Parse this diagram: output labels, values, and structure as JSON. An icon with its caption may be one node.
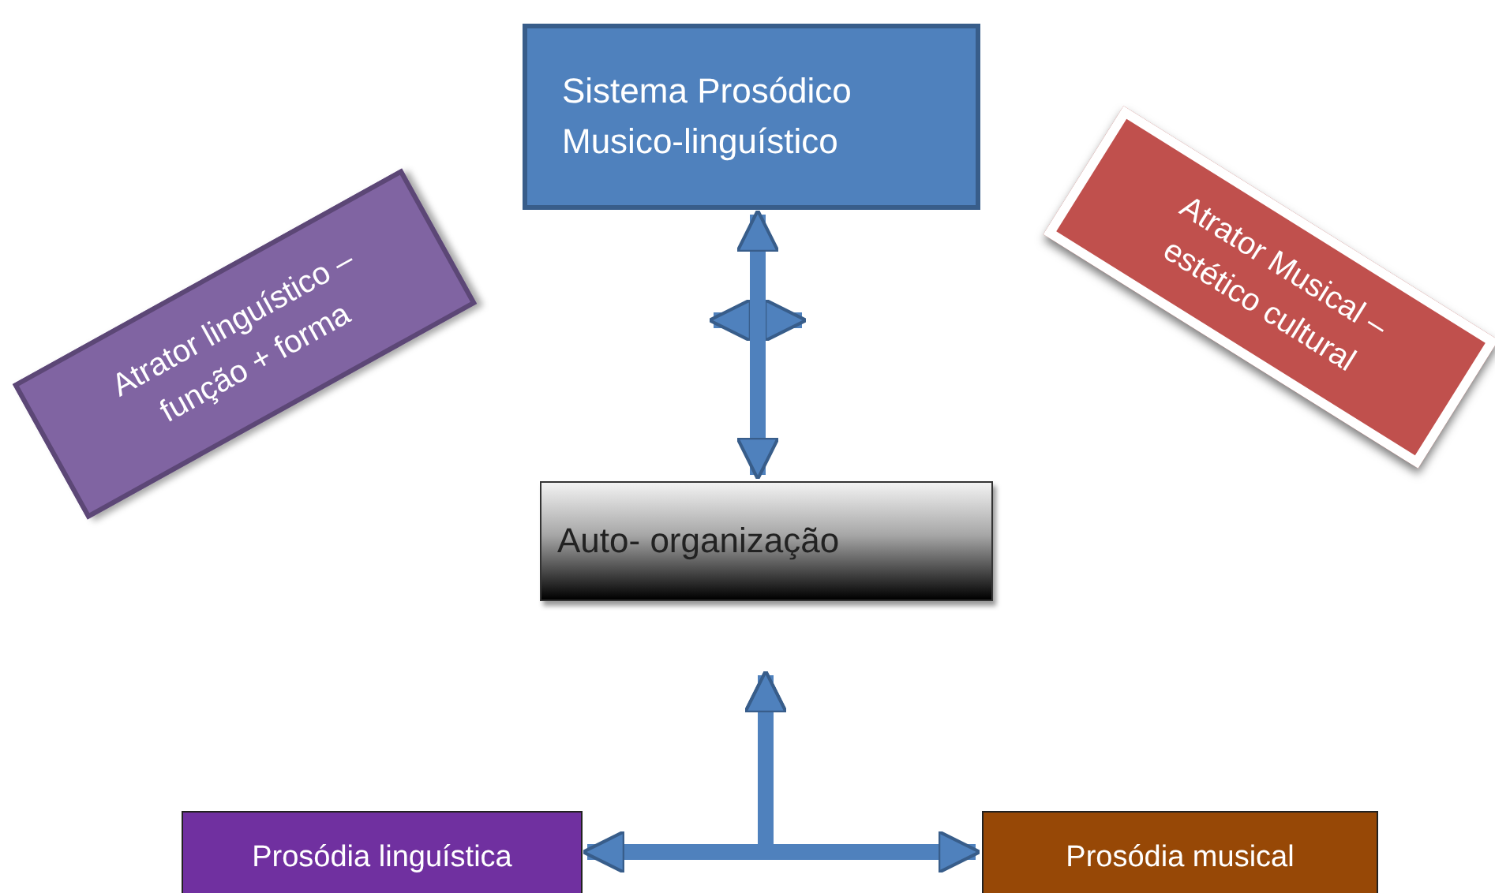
{
  "diagram": {
    "nodes": [
      {
        "text": [
          "Sistema Prosódico Musico-linguístico"
        ]
      },
      {
        "text": [
          "Atrator linguístico – função + forma"
        ]
      },
      {
        "text": [
          "Atrator Musical – estético cultural"
        ]
      },
      {
        "text": [
          "Auto- organização"
        ]
      },
      {
        "text": [
          "Prosódia linguística"
        ]
      },
      {
        "text": [
          "Prosódia musical"
        ]
      }
    ],
    "edges": [
      {
        "from": 0,
        "to": 3,
        "arrow": "both"
      },
      {
        "from": 3,
        "to": 4,
        "arrow": "both"
      },
      {
        "from": 3,
        "to": 5,
        "arrow": "both"
      }
    ]
  }
}
